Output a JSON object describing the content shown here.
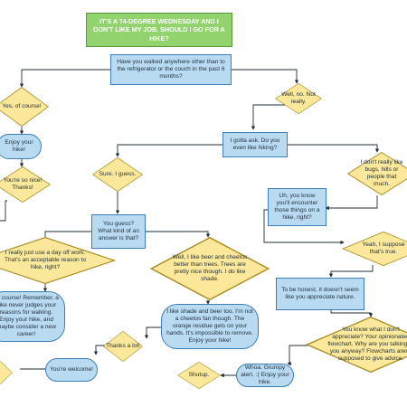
{
  "title": "IT'S A 74-DEGREE WEDNESDAY AND I DON'T LIKE MY JOB. SHOULD I GO FOR A HIKE?",
  "nodes": {
    "q_walked": "Have you walked anywhere other than to the refrigerator or the couch in the past 6 months?",
    "yes_of_course": "Yes, of course!",
    "well_no": "Well, no. Not really.",
    "enjoy_hike": "Enjoy your hike!",
    "so_nice": "You're so nice! Thanks!",
    "ask_hiking": "I gotta ask. Do you even like hiking?",
    "sure_guess": "Sure. I guess.",
    "dont_like_bugs": "I don't really like bugs, hills or people that much.",
    "you_guess": "You guess? What kind of an answer is that?",
    "encounter": "Uh, you know you'll encounter those things on a hike, right?",
    "day_off": "I really just use a day off work. That's an acceptable reason to hike, right?",
    "beer_cheetos": "Well, I like beer and cheetos better than trees. Trees are pretty nice though. I do like shade.",
    "suppose_true": "Yeah, I suppose that's true.",
    "of_course_remember": "Of course! Remember, a hike never judges your reasons for walking. Enjoy your hike, and maybe consider a new career!",
    "shade_beer": "I like shade and beer too. I'm not a cheetos fan though. The orange residue gets on your hands. It's impossible to remove.  Enjoy your hike!",
    "honest": "To be honest, it doesn't seem like you appreciate nature.",
    "thanks_lot": "Thanks a lot!",
    "welcome": "You're welcome!",
    "know_what": "You know what I don't appreciate? Your opinionated flowchart. Why are you talking to you anyway? Flowcharts aren't supposed to give advice.",
    "grumpy": "Whoa. Grumpy alert. :( Enjoy your hike.",
    "shutup": "Shutup."
  }
}
